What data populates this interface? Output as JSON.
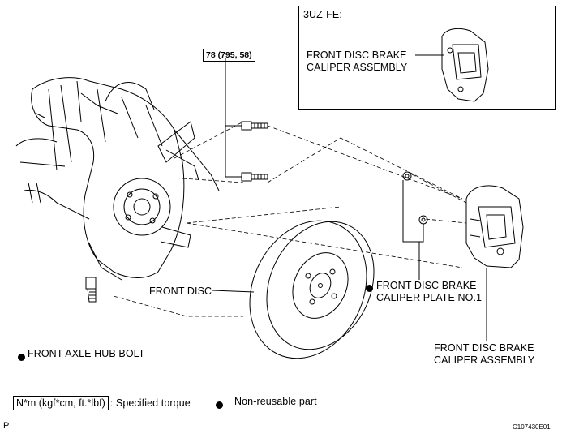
{
  "inset": {
    "engine_label": "3UZ-FE:",
    "caliper_line1": "FRONT DISC BRAKE",
    "caliper_line2": "CALIPER ASSEMBLY"
  },
  "torque_spec": "78 (795, 58)",
  "labels": {
    "front_disc": "FRONT DISC",
    "plate_line1": "FRONT DISC BRAKE",
    "plate_line2": "CALIPER PLATE NO.1",
    "hub_bolt": "FRONT AXLE HUB BOLT",
    "caliper_line1": "FRONT DISC BRAKE",
    "caliper_line2": "CALIPER ASSEMBLY"
  },
  "legend": {
    "torque_unit": "N*m (kgf*cm, ft.*lbf)",
    "torque_desc": ": Specified torque",
    "nonreusable": "Non-reusable part"
  },
  "footer": {
    "left": "P",
    "code": "C107430E01"
  }
}
